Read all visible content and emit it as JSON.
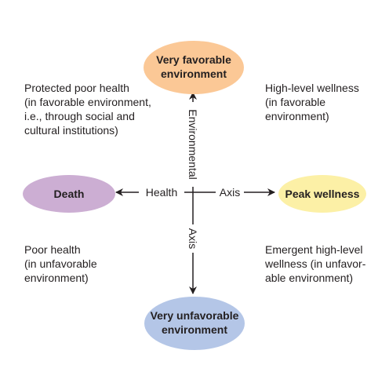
{
  "nodes": {
    "top": {
      "lines": [
        "Very favorable",
        "environment"
      ],
      "color": "#fbc896"
    },
    "bottom": {
      "lines": [
        "Very unfavorable",
        "environment"
      ],
      "color": "#b4c6e7"
    },
    "left": {
      "label": "Death",
      "color": "#ccaed3"
    },
    "right": {
      "label": "Peak wellness",
      "color": "#fcf0a6"
    }
  },
  "axes": {
    "horizontal_left": "Health",
    "horizontal_right": "Axis",
    "vertical_top": "Environmental",
    "vertical_bottom": "Axis"
  },
  "quadrants": {
    "top_left": [
      "Protected poor health",
      "(in favorable environment,",
      "i.e., through social and",
      "cultural institutions)"
    ],
    "top_right": [
      "High-level wellness",
      "(in favorable",
      "environment)"
    ],
    "bottom_left": [
      "Poor health",
      "(in unfavorable",
      "environment)"
    ],
    "bottom_right": [
      "Emergent high-level",
      "wellness (in unfavor-",
      "able environment)"
    ]
  }
}
